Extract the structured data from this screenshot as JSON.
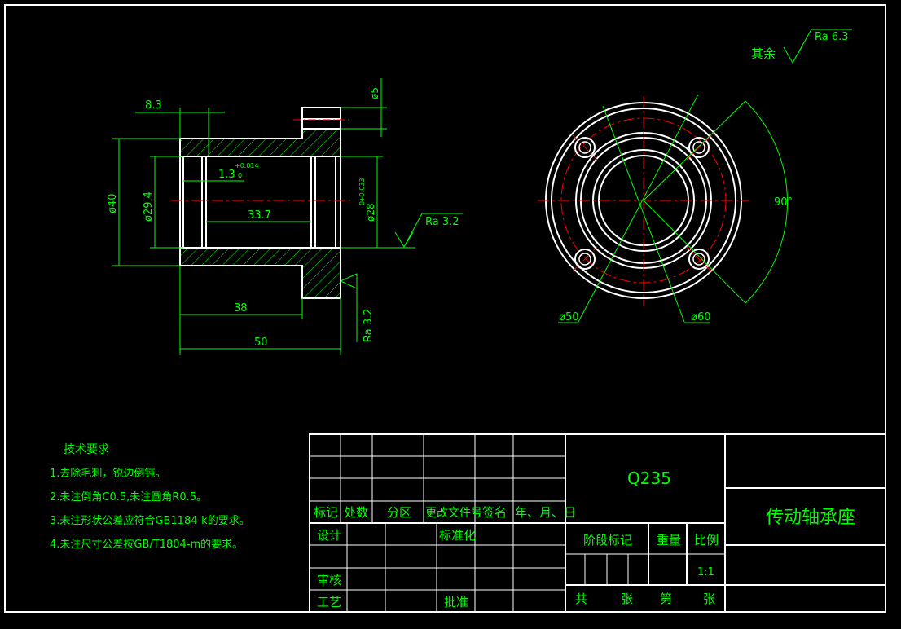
{
  "colors": {
    "background": "#000000",
    "outline": "#ffffff",
    "dimension": "#00ff00",
    "centerline": "#ff0000"
  },
  "drawing": {
    "roughness_general": "Ra 6.3",
    "roughness_general_prefix": "其余",
    "roughness_face": "Ra 3.2",
    "roughness_bore": "Ra 3.2",
    "dims": {
      "d_8_3": "8.3",
      "d_phi5": "ø5",
      "d_1_3": "1.3",
      "d_1_3_tol_upper": "+0.014",
      "d_1_3_tol_lower": "0",
      "d_phi40": "ø40",
      "d_phi29_4": "ø29.4",
      "d_33_7": "33.7",
      "d_phi28": "ø28",
      "d_phi28_tol_upper": "+0.033",
      "d_phi28_tol_lower": "0",
      "d_38": "38",
      "d_50": "50",
      "d_phi50": "ø50",
      "d_phi60": "ø60",
      "d_90": "90°"
    }
  },
  "notes": {
    "title": "技术要求",
    "items": [
      "1.去除毛刺，锐边倒钝。",
      "2.未注倒角C0.5,未注圆角R0.5。",
      "3.未注形状公差应符合GB1184-k的要求。",
      "4.未注尺寸公差按GB/T1804-m的要求。"
    ]
  },
  "title_block": {
    "headers": [
      "标记",
      "处数",
      "分区",
      "更改文件号",
      "签名",
      "年、月、日"
    ],
    "design": "设计",
    "standardize": "标准化",
    "review": "审核",
    "process": "工艺",
    "approve": "批准",
    "material": "Q235",
    "part_name": "传动轴承座",
    "stage_mark": "阶段标记",
    "weight": "重量",
    "scale_label": "比例",
    "scale_value": "1:1",
    "sheet_total": "共",
    "sheet_unit": "张",
    "sheet_no": "第",
    "sheet_unit2": "张"
  }
}
